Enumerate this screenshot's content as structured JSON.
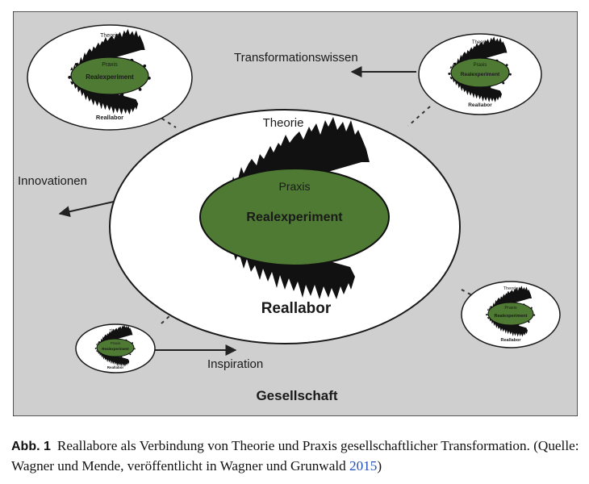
{
  "diagram": {
    "background_color": "#cfcfcf",
    "inner_fill_color": "#4e7a33",
    "main": {
      "outer_label": "Theorie",
      "inner_top_label": "Praxis",
      "inner_label": "Realexperiment",
      "bottom_label": "Reallabor"
    },
    "mini": {
      "outer_label": "Theorie",
      "inner_top_label": "Praxis",
      "inner_label": "Realexperiment",
      "bottom_label": "Reallabor"
    },
    "arrows": {
      "innovation": "Innovationen",
      "transformation": "Transformationswissen",
      "inspiration": "Inspiration"
    },
    "footer_label": "Gesellschaft"
  },
  "caption": {
    "label": "Abb. 1",
    "text": "Reallabore als Verbindung von Theorie und Praxis gesellschaftlicher Transformation. (Quelle: Wagner und Mende, veröffentlicht in Wagner und Grunwald ",
    "year": "2015",
    "close": ")"
  }
}
